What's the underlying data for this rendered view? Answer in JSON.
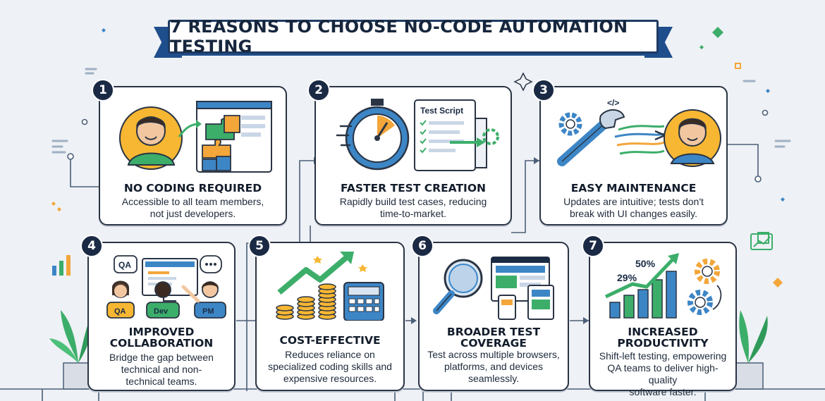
{
  "title": "7 REASONS TO CHOOSE NO-CODE AUTOMATION TESTING",
  "cards": [
    {
      "number": "1",
      "title": "NO CODING REQUIRED",
      "desc_lines": [
        "Accessible to all team members,",
        "not just developers."
      ]
    },
    {
      "number": "2",
      "title": "FASTER TEST CREATION",
      "desc_lines": [
        "Rapidly build test cases, reducing",
        "time-to-market."
      ],
      "illustration_label": "Test Script"
    },
    {
      "number": "3",
      "title": "EASY MAINTENANCE",
      "desc_lines": [
        "Updates are intuitive; tests don't",
        "break with UI changes easily."
      ],
      "illustration_label": "</>"
    },
    {
      "number": "4",
      "title_lines": [
        "IMPROVED",
        "COLLABORATION"
      ],
      "desc_lines": [
        "Bridge the gap between",
        "technical and non-",
        "technical teams."
      ],
      "illustration_labels": {
        "qa_bubble": "QA",
        "person_qa": "QA",
        "person_dev": "Dev",
        "person_pm": "PM"
      }
    },
    {
      "number": "5",
      "title": "COST-EFFECTIVE",
      "desc_lines": [
        "Reduces reliance on",
        "specialized coding skills and",
        "expensive resources."
      ]
    },
    {
      "number": "6",
      "title_lines": [
        "BROADER TEST",
        "COVERAGE"
      ],
      "desc_lines": [
        "Test across multiple browsers,",
        "platforms, and devices",
        "seamlessly."
      ]
    },
    {
      "number": "7",
      "title_lines": [
        "INCREASED",
        "PRODUCTIVITY"
      ],
      "desc_lines": [
        "Shift-left testing, empowering",
        "QA teams to deliver high-quality",
        "software faster."
      ],
      "illustration_labels": {
        "pct_top": "50%",
        "pct_mid": "29%"
      }
    }
  ],
  "colors": {
    "navy": "#1a2a44",
    "banner_blue": "#1f4e8c",
    "accent_green": "#3cae6a",
    "accent_orange": "#f3a63a",
    "accent_blue": "#3d86c6",
    "background": "#eef1f5"
  }
}
